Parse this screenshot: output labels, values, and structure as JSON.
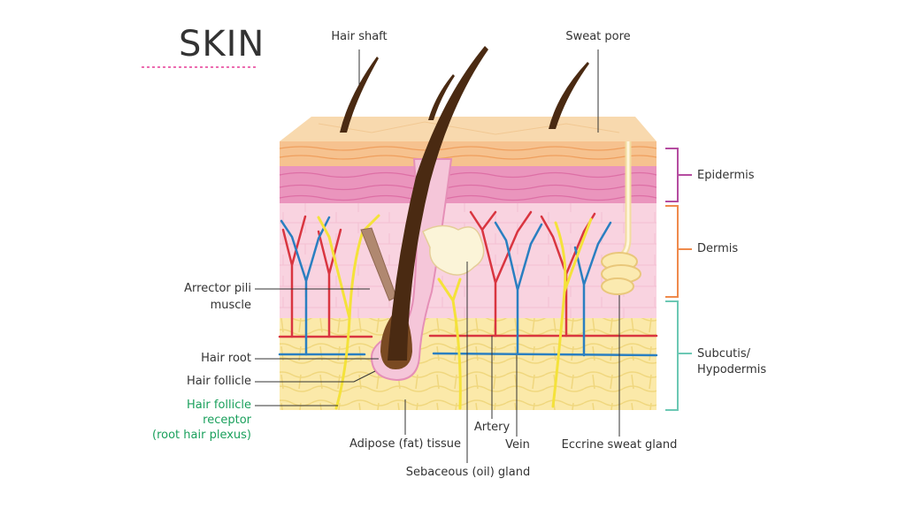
{
  "title": "SKIN",
  "colors": {
    "title_rule": "#e63c96",
    "epidermis_bracket": "#b54ca0",
    "dermis_bracket": "#ef8a4c",
    "subcutis_bracket": "#6cc8b4",
    "receptor_label": "#1aa05c",
    "artery": "#d93540",
    "vein": "#2a7fc1",
    "nerve": "#f4e23a"
  },
  "labels": {
    "hair_shaft": "Hair shaft",
    "sweat_pore": "Sweat pore",
    "epidermis": "Epidermis",
    "dermis": "Dermis",
    "subcutis_line1": "Subcutis/",
    "subcutis_line2": "Hypodermis",
    "arrector_line1": "Arrector pili",
    "arrector_line2": "muscle",
    "hair_root": "Hair root",
    "hair_follicle": "Hair follicle",
    "receptor_line1": "Hair follicle",
    "receptor_line2": "receptor",
    "receptor_line3": "(root hair plexus)",
    "adipose": "Adipose (fat) tissue",
    "artery": "Artery",
    "vein": "Vein",
    "sebaceous": "Sebaceous (oil) gland",
    "eccrine": "Eccrine sweat gland"
  }
}
